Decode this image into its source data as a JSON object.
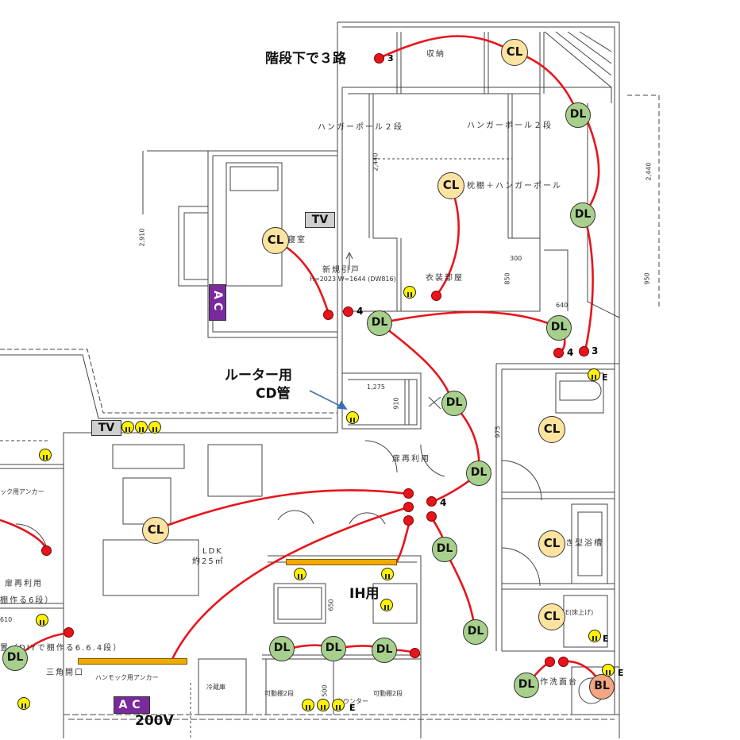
{
  "labels": {
    "stairs_note": "階段下で３路",
    "storage": "収納",
    "hanger_left": "ハンガーポール２段",
    "hanger_right": "ハンガーポール２段",
    "pillow_shelf": "枕棚＋ハンガーポール",
    "bedroom": "寝室",
    "new_sliding_door": "新規引戸",
    "door_spec": "H=2023 W=1644 (DW816)",
    "closet_room": "衣装部屋",
    "router_line1": "ルーター用",
    "router_line2": "CD管",
    "door_both_sides": "扉再利用",
    "ldk": "LDK",
    "ldk_area": "約25㎡",
    "ih": "IH用",
    "hammock_anchor_left": "ック用アンカー",
    "door_reuse_left": "扉再利用",
    "shelf_6": "棚作る6段）",
    "shelf_note": "置（DIYで棚作る6.6.4段）",
    "triangle_opening": "三角開口",
    "hammock_anchor_bottom": "ハンモック用アンカー",
    "fridge": "冷蔵庫",
    "movable_shelf_left": "可動棚2段",
    "movable_shelf_right": "可動棚2段",
    "counter": "カウンター",
    "bath": "き型浴槽",
    "floor_raise": "E(床上げ)",
    "washbasin": "作洗面台",
    "volt": "200V",
    "dim_2910": "2,910",
    "dim_2440a": "2,440",
    "dim_2440b": "2,440",
    "dim_950": "950",
    "dim_1275": "1,275",
    "dim_910": "910",
    "dim_975": "975",
    "dim_650": "650",
    "dim_500": "500",
    "dim_610": "610",
    "dim_640": "640",
    "dim_300": "300",
    "dim_850": "850"
  },
  "tags": {
    "tv": "TV",
    "ac": "AC"
  },
  "fixtures": {
    "cl": "CL",
    "dl": "DL",
    "bl": "BL"
  },
  "switch_marks": {
    "three": "3",
    "four": "4",
    "e": "E"
  }
}
